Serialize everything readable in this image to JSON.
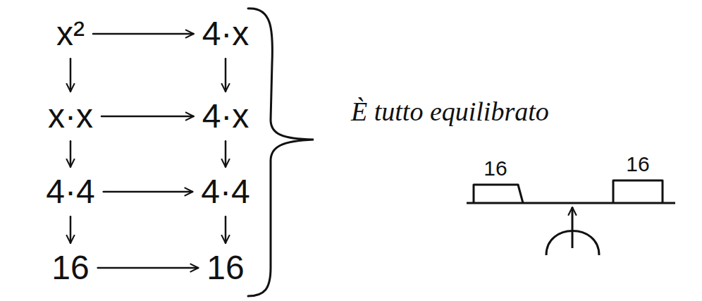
{
  "diagram": {
    "nodes": [
      {
        "text": [
          "x²"
        ]
      },
      {
        "text": [
          "4·x"
        ]
      },
      {
        "text": [
          "x·x"
        ]
      },
      {
        "text": [
          "4·x"
        ]
      },
      {
        "text": [
          "4·4"
        ]
      },
      {
        "text": [
          "4·4"
        ]
      },
      {
        "text": [
          "16"
        ]
      },
      {
        "text": [
          "16"
        ]
      }
    ],
    "edges": [
      {
        "from": 0,
        "to": 1,
        "arrow": "to"
      },
      {
        "from": 0,
        "to": 2,
        "arrow": "to"
      },
      {
        "from": 1,
        "to": 3,
        "arrow": "to"
      },
      {
        "from": 2,
        "to": 3,
        "arrow": "to"
      },
      {
        "from": 2,
        "to": 4,
        "arrow": "to"
      },
      {
        "from": 3,
        "to": 5,
        "arrow": "to"
      },
      {
        "from": 4,
        "to": 5,
        "arrow": "to"
      },
      {
        "from": 4,
        "to": 6,
        "arrow": "to"
      },
      {
        "from": 5,
        "to": 7,
        "arrow": "to"
      },
      {
        "from": 6,
        "to": 7,
        "arrow": "to"
      }
    ],
    "labels": [
      "È tutto equilibrato",
      "16",
      "16"
    ]
  }
}
